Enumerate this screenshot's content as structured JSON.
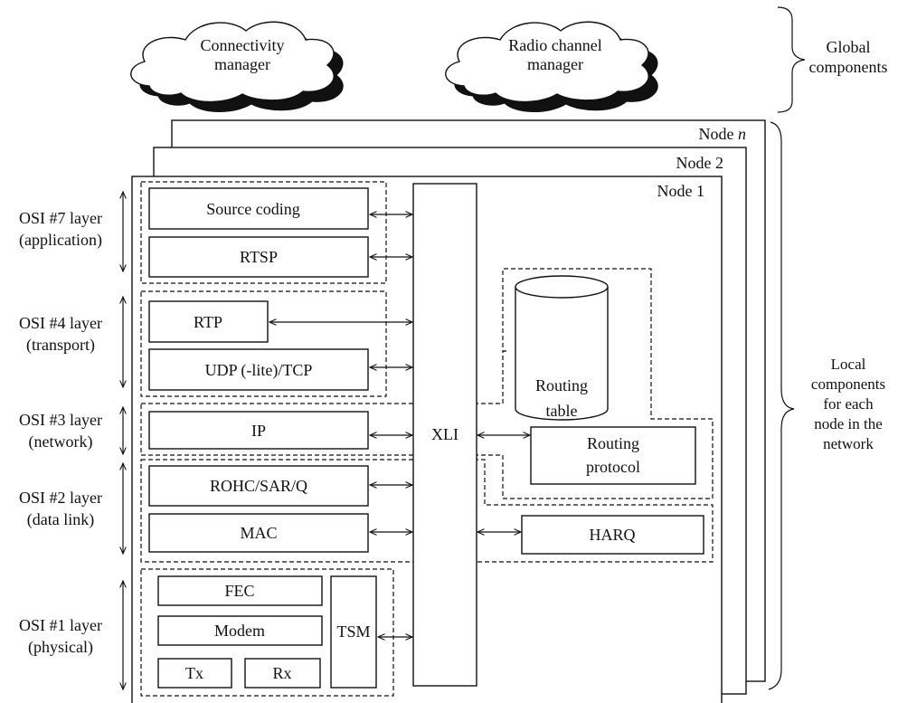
{
  "global": {
    "connectivity_manager": [
      "Connectivity",
      "manager"
    ],
    "radio_channel_manager": [
      "Radio channel",
      "manager"
    ],
    "label": [
      "Global",
      "components"
    ]
  },
  "local": {
    "label": [
      "Local",
      "components",
      "for each",
      "node in the",
      "network"
    ]
  },
  "nodes": {
    "n_prefix": "Node ",
    "n_var": "n",
    "node2": "Node 2",
    "node1": "Node 1"
  },
  "layers": [
    {
      "line1": "OSI #7 layer",
      "line2": "(application)"
    },
    {
      "line1": "OSI #4 layer",
      "line2": "(transport)"
    },
    {
      "line1": "OSI #3 layer",
      "line2": "(network)"
    },
    {
      "line1": "OSI #2 layer",
      "line2": "(data link)"
    },
    {
      "line1": "OSI #1 layer",
      "line2": "(physical)"
    }
  ],
  "blocks": {
    "source_coding": "Source coding",
    "rtsp": "RTSP",
    "rtp": "RTP",
    "udp": "UDP (-lite)/TCP",
    "ip": "IP",
    "rohc": "ROHC/SAR/Q",
    "mac": "MAC",
    "fec": "FEC",
    "modem": "Modem",
    "tx": "Tx",
    "rx": "Rx",
    "tsm": "TSM",
    "xli": "XLI",
    "routing_table": [
      "Routing",
      "table"
    ],
    "routing_protocol": [
      "Routing",
      "protocol"
    ],
    "harq": "HARQ"
  }
}
